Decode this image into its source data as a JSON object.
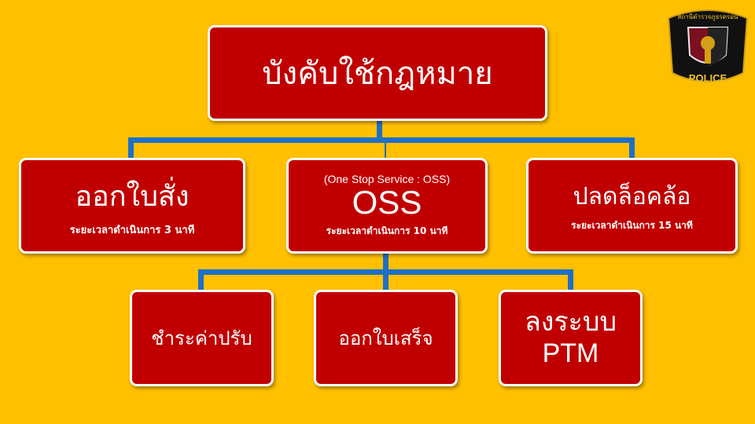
{
  "top": {
    "title": "บังคับใช้กฎหมาย"
  },
  "level2": [
    {
      "title": "ออกใบสั่ง",
      "duration": "ระยะเวลาดำเนินการ  3 นาที"
    },
    {
      "subtitle": "(One Stop Service : OSS)",
      "title": "OSS",
      "duration": "ระยะเวลาดำเนินการ 10 นาที"
    },
    {
      "title": "ปลดล็อคล้อ",
      "duration": "ระยะเวลาดำเนินการ 15 นาที"
    }
  ],
  "level3": [
    {
      "title": "ชำระค่าปรับ"
    },
    {
      "title": "ออกใบเสร็จ"
    },
    {
      "title_line1": "ลงระบบ",
      "title_line2": "PTM"
    }
  ],
  "logo": {
    "station": "สถานีตำรวจภูธรดรอน",
    "text": "POLICE"
  },
  "colors": {
    "background": "#ffc000",
    "box": "#c00000",
    "connector": "#1f6fc5"
  }
}
